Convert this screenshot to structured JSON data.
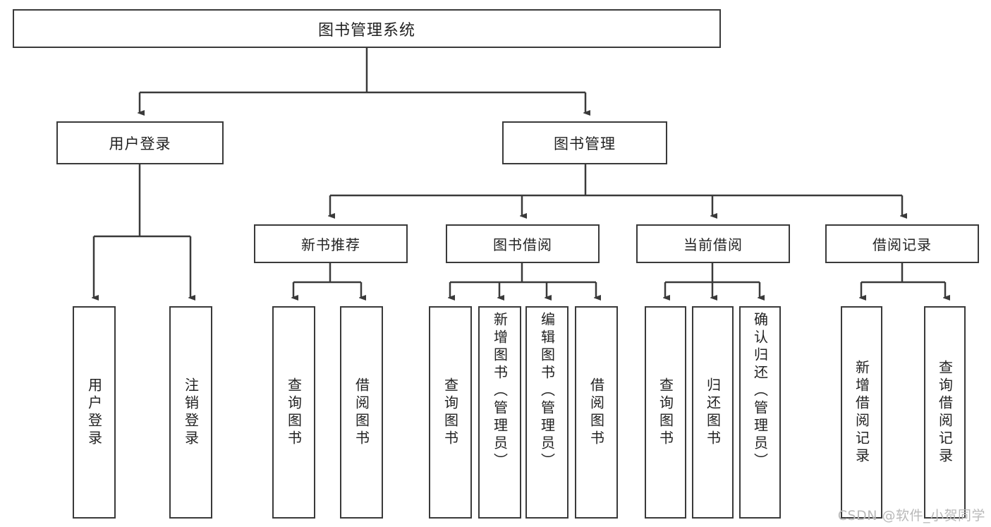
{
  "diagram": {
    "title": "图书管理系统",
    "type": "tree-hierarchy",
    "root": {
      "label": "图书管理系统"
    },
    "level2": [
      {
        "label": "用户登录"
      },
      {
        "label": "图书管理"
      }
    ],
    "level3": [
      {
        "label": "新书推荐"
      },
      {
        "label": "图书借阅"
      },
      {
        "label": "当前借阅"
      },
      {
        "label": "借阅记录"
      }
    ],
    "leaves": [
      {
        "label": "用户登录"
      },
      {
        "label": "注销登录"
      },
      {
        "label": "查询图书"
      },
      {
        "label": "借阅图书"
      },
      {
        "label": "查询图书"
      },
      {
        "label": "新增图书（管理员）"
      },
      {
        "label": "编辑图书（管理员）"
      },
      {
        "label": "借阅图书"
      },
      {
        "label": "查询图书"
      },
      {
        "label": "归还图书"
      },
      {
        "label": "确认归还（管理员）"
      },
      {
        "label": "新增借阅记录"
      },
      {
        "label": "查询借阅记录"
      }
    ]
  },
  "watermark": {
    "text": "CSDN @软件_小贺同学"
  },
  "colors": {
    "stroke": "#3a3a3a",
    "text": "#222222",
    "background": "#ffffff",
    "watermark": "#b9b9b9"
  }
}
